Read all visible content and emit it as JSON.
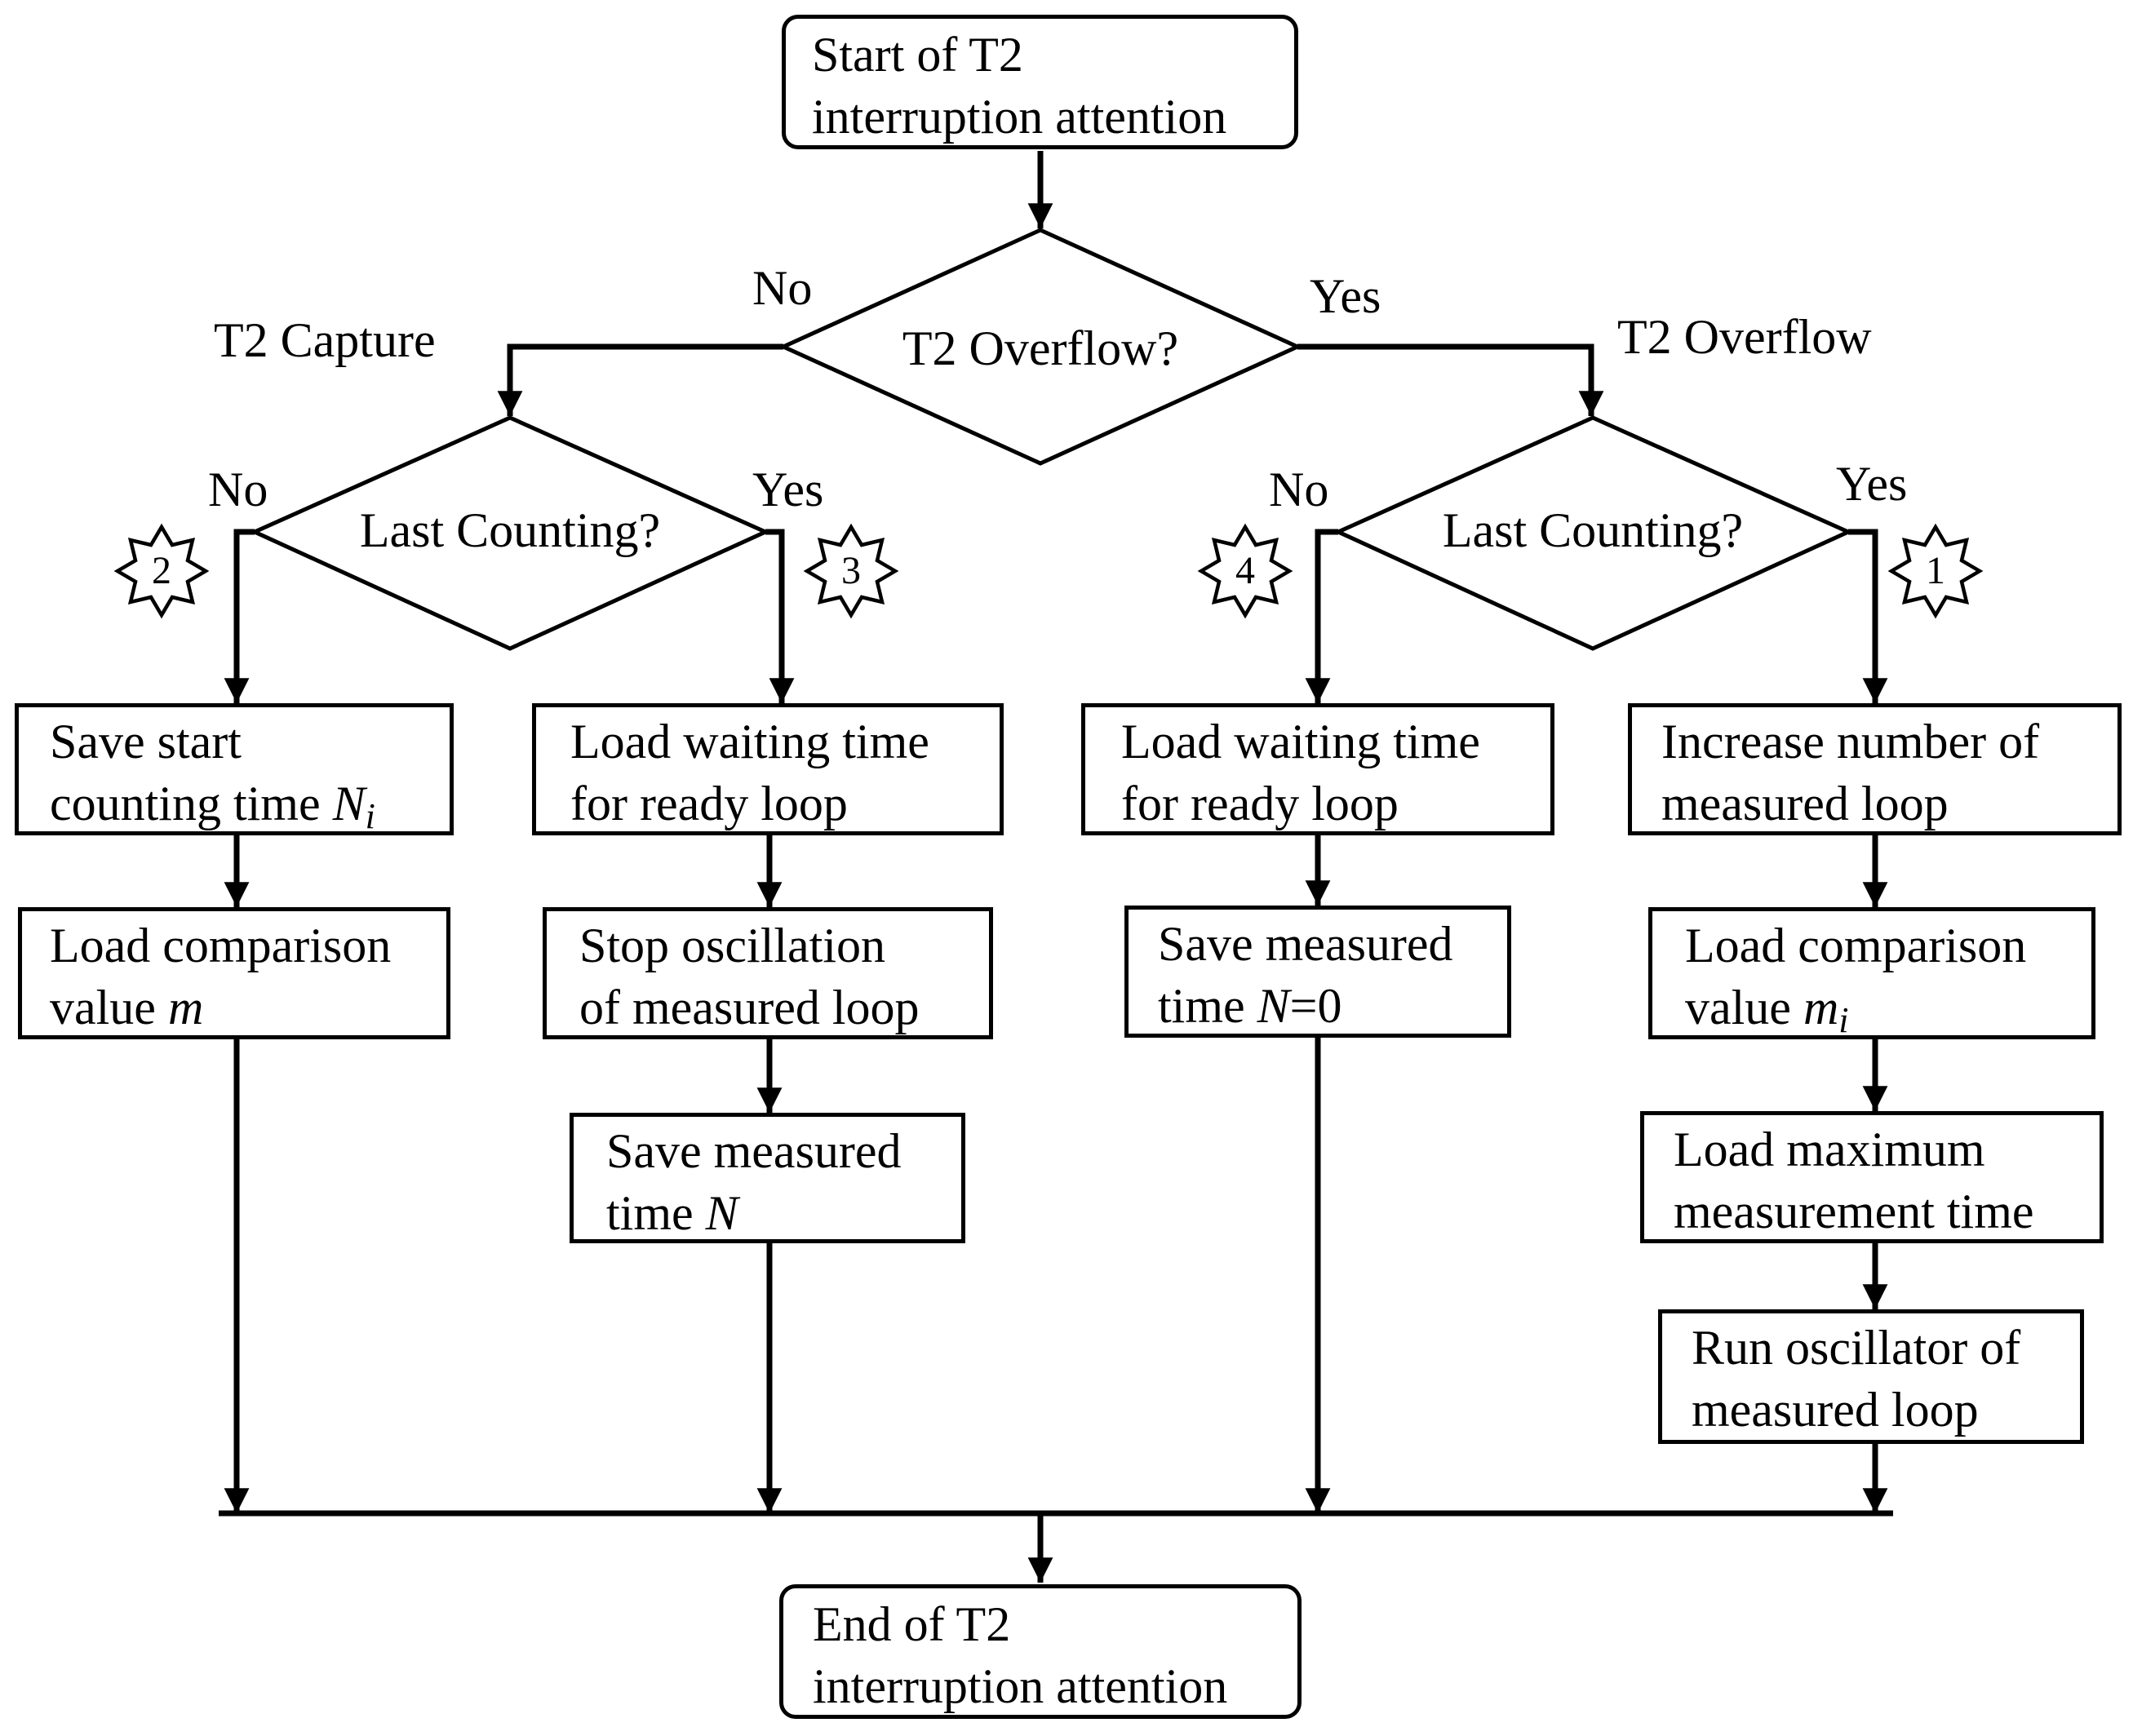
{
  "start": {
    "line1": "Start of T2",
    "line2": "interruption attention"
  },
  "end": {
    "line1": "End of T2",
    "line2": "interruption attention"
  },
  "decision_main": {
    "text": "T2 Overflow?",
    "no_label": "No",
    "yes_label": "Yes"
  },
  "branch_left_title": "T2 Capture",
  "branch_right_title": "T2 Overflow",
  "decision_left": {
    "text": "Last Counting?",
    "no_label": "No",
    "yes_label": "Yes"
  },
  "decision_right": {
    "text": "Last Counting?",
    "no_label": "No",
    "yes_label": "Yes"
  },
  "markers": {
    "m2": "2",
    "m3": "3",
    "m4": "4",
    "m1": "1"
  },
  "col1": {
    "box1": {
      "line1": "Save start",
      "line2_text": "counting time ",
      "line2_var": "N",
      "line2_sub": "i"
    },
    "box2": {
      "line1": "Load comparison",
      "line2_text": "value ",
      "line2_var": "m"
    }
  },
  "col2": {
    "box1": {
      "line1": "Load waiting time",
      "line2": "for ready loop"
    },
    "box2": {
      "line1": "Stop oscillation",
      "line2": "of measured loop"
    },
    "box3": {
      "line1": "Save measured",
      "line2_text": "time ",
      "line2_var": "N"
    }
  },
  "col3": {
    "box1": {
      "line1": "Load waiting time",
      "line2": "for ready loop"
    },
    "box2": {
      "line1": "Save measured",
      "line2_text": "time ",
      "line2_var": "N",
      "line2_rest": "=0"
    }
  },
  "col4": {
    "box1": {
      "line1": "Increase number of",
      "line2": "measured loop"
    },
    "box2": {
      "line1": "Load comparison",
      "line2_text": "value ",
      "line2_var": "m",
      "line2_sub": "i"
    },
    "box3": {
      "line1": "Load maximum",
      "line2": "measurement time"
    },
    "box4": {
      "line1": "Run oscillator of",
      "line2": "measured loop"
    }
  }
}
